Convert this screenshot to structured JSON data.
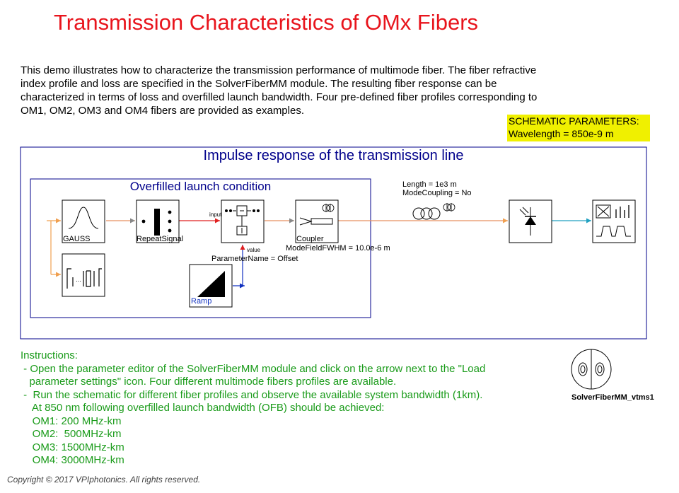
{
  "title": "Transmission Characteristics of OMx Fibers",
  "intro": "This demo illustrates how to characterize the transmission performance of multimode fiber. The fiber refractive index profile and loss are specified in the SolverFiberMM module. The resulting fiber response can be characterized in terms of loss and overfilled launch bandwidth. Four pre-defined fiber profiles corresponding to OM1, OM2, OM3 and OM4 fibers are provided as examples.",
  "schematic_params": {
    "heading": "SCHEMATIC PARAMETERS:",
    "wavelength": "Wavelength = 850e-9 m"
  },
  "outer_box_title": "Impulse response of the transmission line",
  "inner_box_title": "Overfilled launch condition",
  "modules": {
    "gauss": "GAUSS",
    "repeat_signal": "RepeatSignal",
    "coupler": "Coupler",
    "ramp": "Ramp"
  },
  "ports": {
    "input": "input",
    "value": "value"
  },
  "annotations": {
    "parameter_name": "ParameterName = Offset",
    "mode_field": "ModeFieldFWHM = 10.0e-6 m",
    "fiber_length": "Length = 1e3 m",
    "mode_coupling": "ModeCoupling = No"
  },
  "instructions": {
    "heading": "Instructions:",
    "lines": [
      " - Open the parameter editor of the SolverFiberMM module and click on the arrow next to the \"Load",
      "   parameter settings\" icon. Four different multimode fibers profiles are available.",
      " -  Run the schematic for different fiber profiles and observe the available system bandwidth (1km).",
      "    At 850 nm following overfilled launch bandwidth (OFB) should be achieved:",
      "    OM1: 200 MHz-km",
      "    OM2:  500MHz-km",
      "    OM3: 1500MHz-km",
      "    OM4: 3000MHz-km"
    ]
  },
  "solver_label": "SolverFiberMM_vtms1",
  "copyright": "Copyright © 2017 VPIphotonics. All rights reserved.",
  "colors": {
    "title": "#e8141c",
    "instructions": "#1a9b1a",
    "box": "#00008b",
    "highlight": "#f0f000"
  }
}
